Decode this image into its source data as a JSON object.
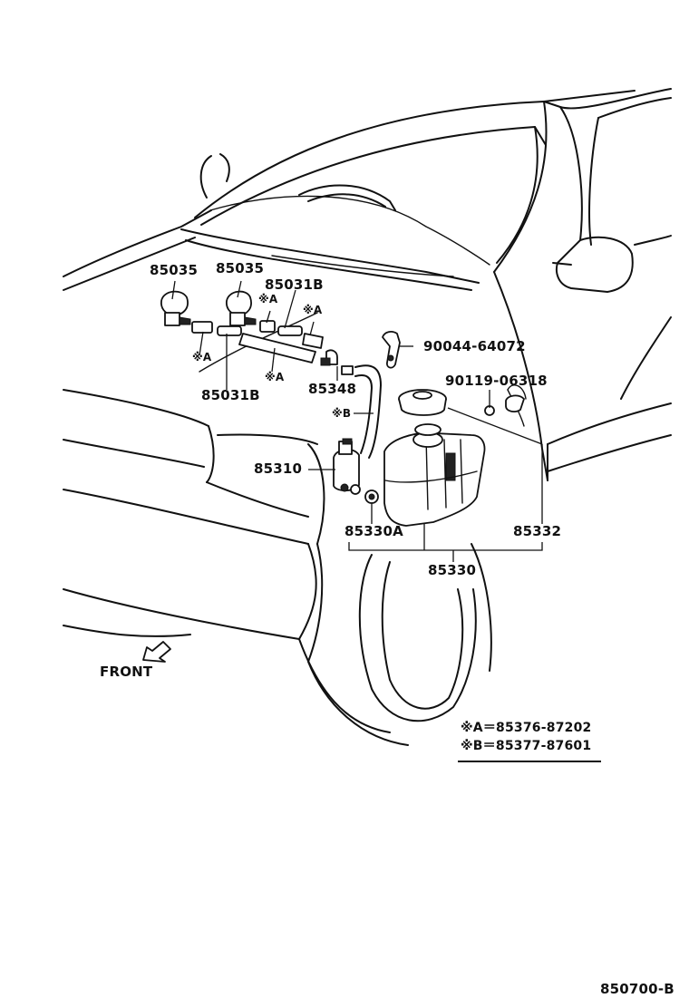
{
  "parts": {
    "nozzle_left": "85035",
    "nozzle_right": "85035",
    "hose_upper": "85031B",
    "hose_lower": "85031B",
    "valve": "85348",
    "clip": "90044-64072",
    "pump": "85310",
    "grommet": "85330A",
    "tank_assy": "85330",
    "inlet": "85332",
    "nut": "90119-06318"
  },
  "callouts": {
    "a1": "※A",
    "a2": "※A",
    "a3": "※A",
    "a4": "※A",
    "b": "※B"
  },
  "direction": {
    "front_label": "FRONT"
  },
  "legend": {
    "line_a": "※A＝85376-87202",
    "line_b": "※B＝85377-87601"
  },
  "figure_id": "850700-B"
}
